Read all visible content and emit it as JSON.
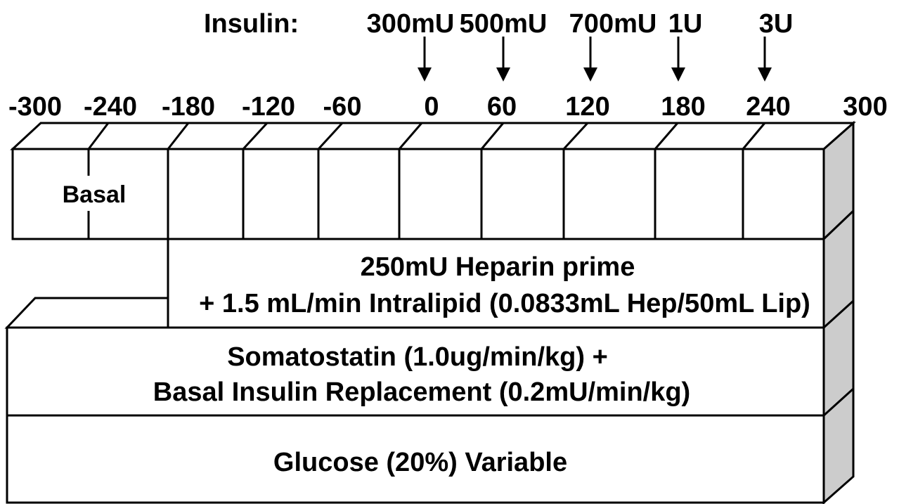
{
  "insulin": {
    "label": "Insulin:",
    "doses": [
      {
        "dose": "300mU",
        "at_minute": 0
      },
      {
        "dose": "500mU",
        "at_minute": 60
      },
      {
        "dose": "700mU",
        "at_minute": 120
      },
      {
        "dose": "1U",
        "at_minute": 180
      },
      {
        "dose": "3U",
        "at_minute": 240
      }
    ]
  },
  "timeline": {
    "ticks": [
      "-300",
      "-240",
      "-180",
      "-120",
      "-60",
      "0",
      "60",
      "120",
      "180",
      "240",
      "300"
    ]
  },
  "phases": {
    "basal_label": "Basal"
  },
  "infusions": {
    "heparin_line1": "250mU Heparin prime",
    "heparin_line2": "+ 1.5 mL/min Intralipid (0.0833mL Hep/50mL Lip)",
    "somatostatin_line1": "Somatostatin (1.0ug/min/kg) +",
    "somatostatin_line2": "Basal Insulin Replacement (0.2mU/min/kg)",
    "glucose_label": "Glucose (20%) Variable"
  },
  "colors": {
    "side_face": "#cccccc",
    "line": "#000000",
    "background": "#ffffff"
  }
}
